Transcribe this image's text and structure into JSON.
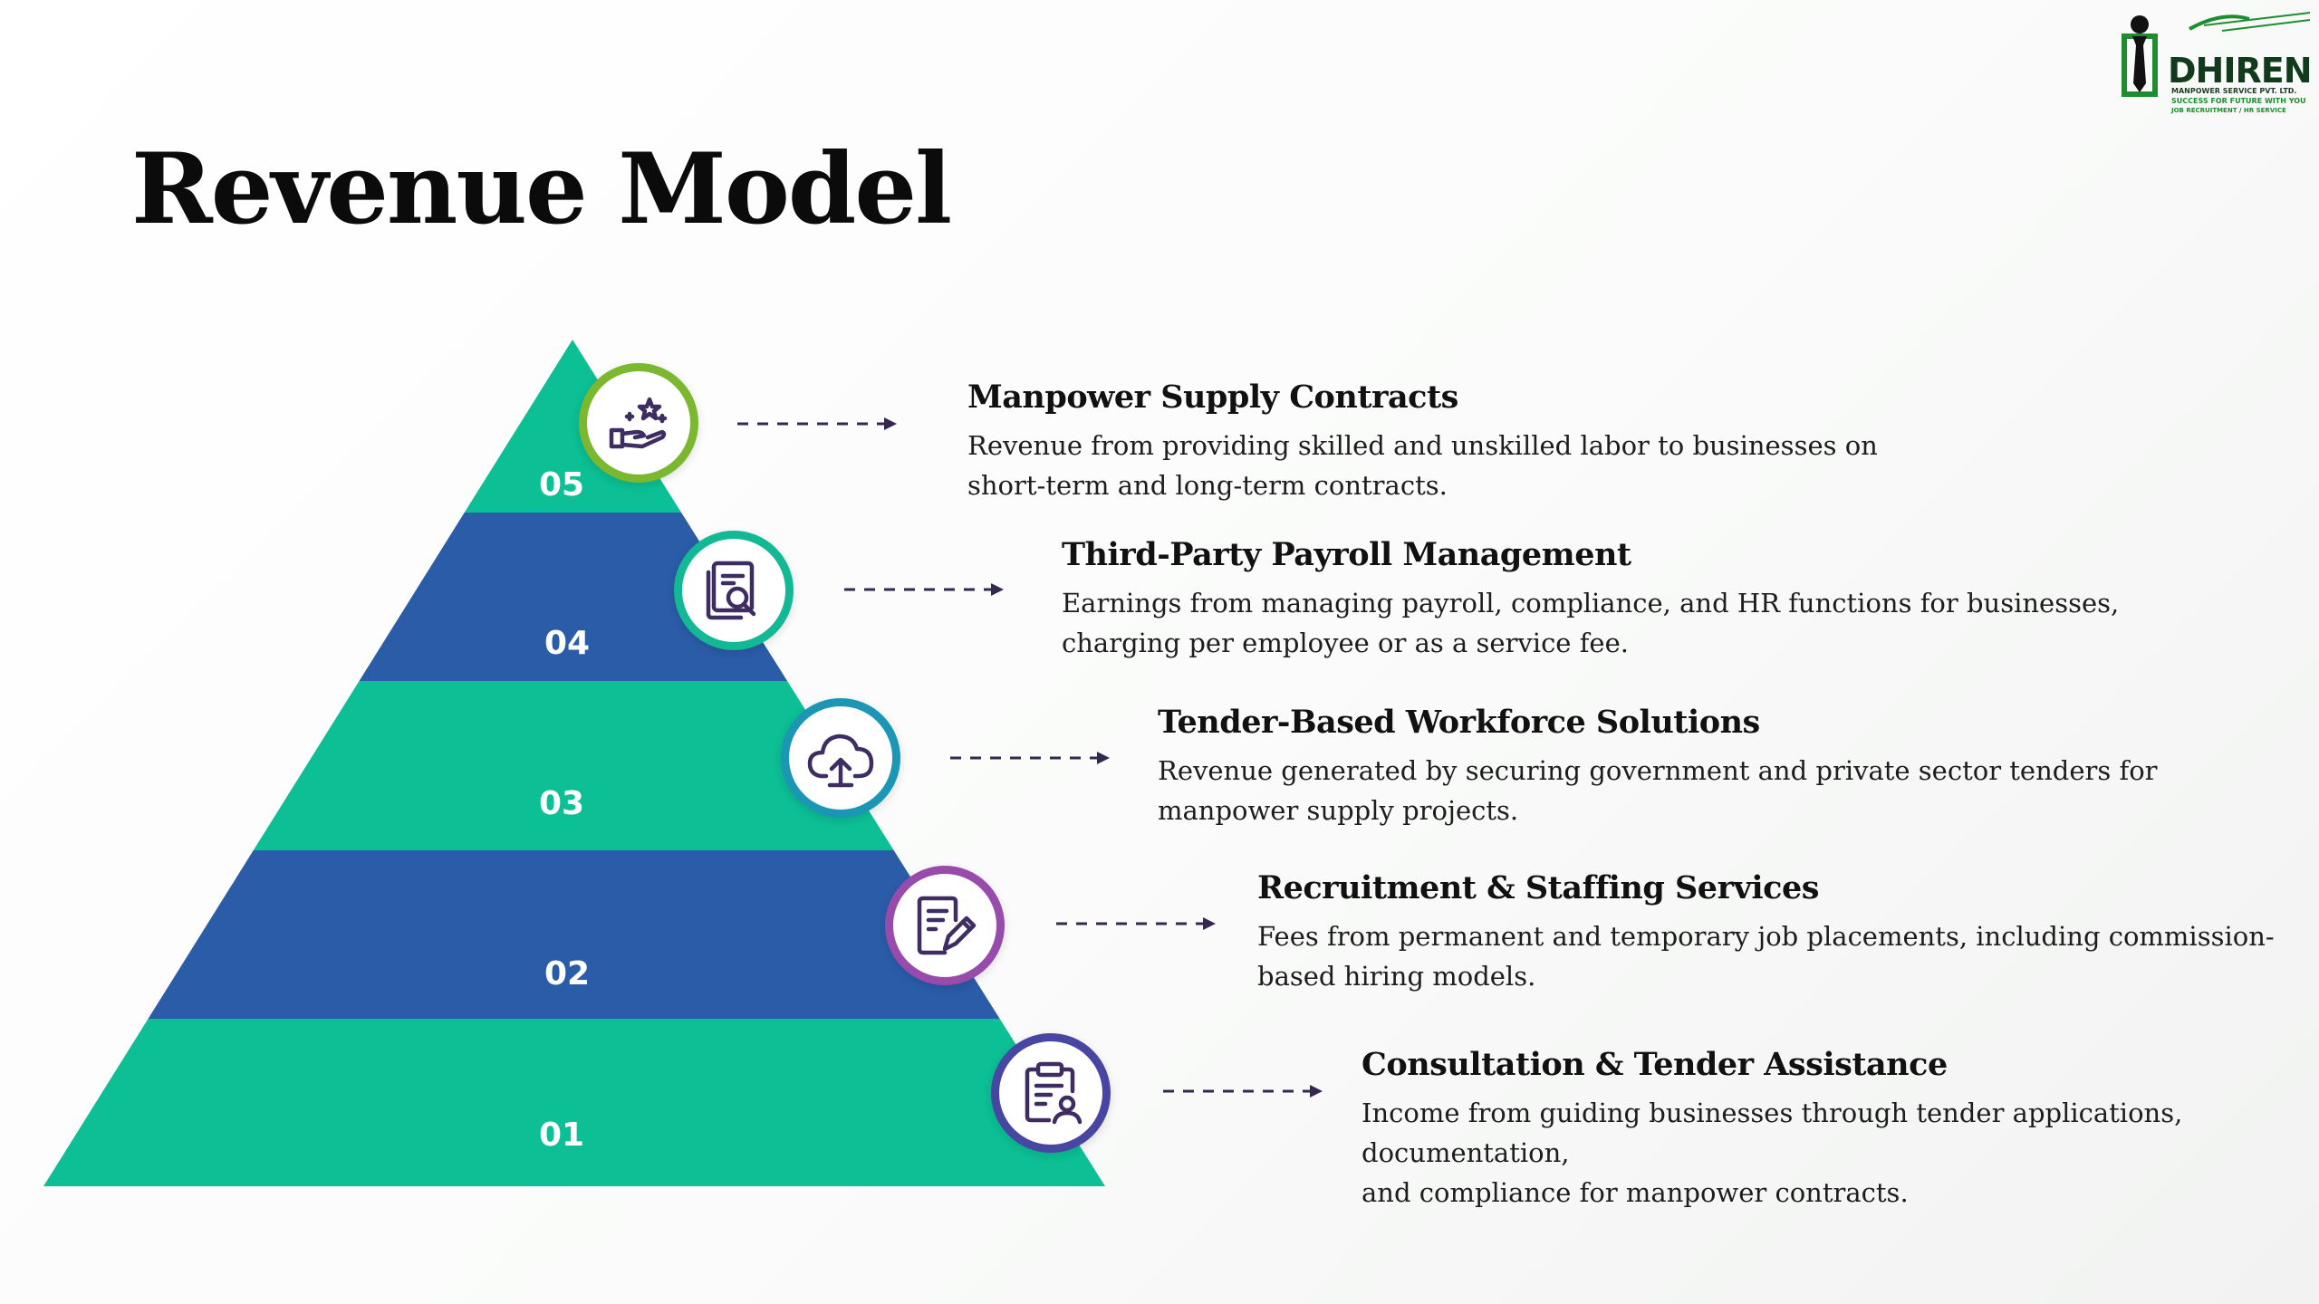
{
  "title": "Revenue Model",
  "logo": {
    "brand": "DHIREN",
    "company": "MANPOWER SERVICE PVT. LTD.",
    "tagline": "SUCCESS FOR FUTURE WITH YOU",
    "services_left": "JOB RECRUITMENT",
    "services_sep": " / ",
    "services_right": "HR SERVICE"
  },
  "colors": {
    "teal": "#0cbf94",
    "blue": "#2a5ca8",
    "arrow": "#35284f",
    "icon": "#3e2d62"
  },
  "tiers": [
    {
      "number": "05",
      "icon": "hand-star-icon",
      "ring_color": "#7cb82f",
      "title": "Manpower Supply Contracts",
      "description_lines": [
        "Revenue from providing skilled and unskilled labor to businesses on",
        "short-term and long-term contracts."
      ]
    },
    {
      "number": "04",
      "icon": "document-search-icon",
      "ring_color": "#13b894",
      "title": "Third-Party Payroll Management",
      "description_lines": [
        "Earnings from managing payroll, compliance, and HR functions for businesses,",
        "charging per employee or as a service fee."
      ]
    },
    {
      "number": "03",
      "icon": "cloud-upload-icon",
      "ring_color": "#1b97b5",
      "title": "Tender-Based Workforce Solutions",
      "description_lines": [
        "Revenue generated by securing government and private sector tenders for",
        "manpower supply projects."
      ]
    },
    {
      "number": "02",
      "icon": "document-edit-icon",
      "ring_color": "#974bab",
      "title": "Recruitment & Staffing Services",
      "description_lines": [
        "Fees from permanent and temporary job placements, including commission-",
        "based hiring models."
      ]
    },
    {
      "number": "01",
      "icon": "clipboard-user-icon",
      "ring_color": "#4747a3",
      "title": "Consultation & Tender Assistance",
      "description_lines": [
        "Income from guiding businesses through tender applications, documentation,",
        "and compliance for manpower contracts."
      ]
    }
  ]
}
